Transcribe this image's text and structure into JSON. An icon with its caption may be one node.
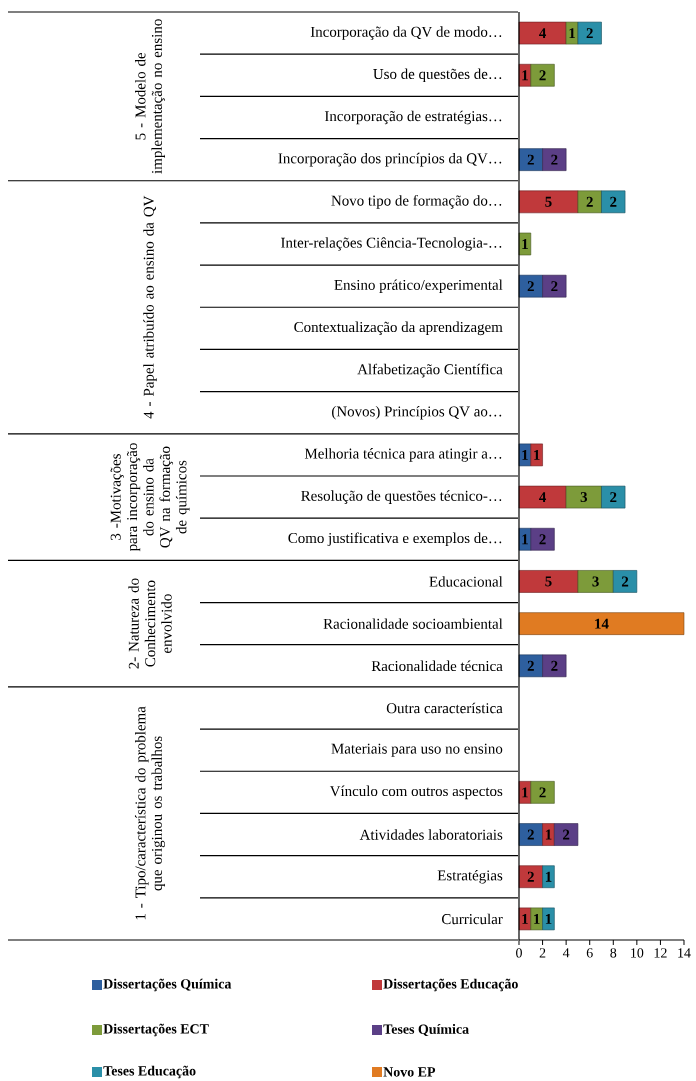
{
  "diagram": {
    "labels": [
      "5 - Modelo de implementação no ensino",
      "4 - Papel atribuído ao ensino da QV",
      "3 -Motivações para incorporação do ensino da QV na formação de químicos",
      "2- Natureza do Conhecimento envolvido",
      "1 - Tipo/característica do problema que originou os trabalhos"
    ],
    "chart_data": {
      "type": "bar",
      "orientation": "horizontal",
      "stacked": true,
      "data_labels": true,
      "legend": "bottom",
      "xlim": [
        0,
        14
      ],
      "xticks": [
        0,
        2,
        4,
        6,
        8,
        10,
        12,
        14
      ],
      "categories": [
        "Incorporação da QV de modo…",
        "Uso de questões de…",
        "Incorporação de estratégias…",
        "Incorporação dos princípios da QV…",
        "Novo tipo de formação do…",
        "Inter-relações Ciência-Tecnologia-…",
        "Ensino prático/experimental",
        "Contextualização da aprendizagem",
        "Alfabetização Científica",
        "(Novos) Princípios QV ao…",
        "Melhoria técnica para atingir a…",
        "Resolução de questões técnico-…",
        "Como justificativa e exemplos de…",
        "Educacional",
        "Racionalidade socioambiental",
        "Racionalidade técnica",
        "Outra característica",
        "Materiais para uso no ensino",
        "Vínculo com outros aspectos",
        "Atividades laboratoriais",
        "Estratégias",
        "Curricular"
      ],
      "series": [
        {
          "name": "Dissertações Química",
          "color": "#2e5f9e",
          "values": [
            null,
            null,
            null,
            2,
            null,
            null,
            2,
            null,
            null,
            null,
            1,
            null,
            1,
            null,
            null,
            2,
            null,
            null,
            null,
            2,
            null,
            null
          ]
        },
        {
          "name": "Dissertações Educação",
          "color": "#c0393b",
          "values": [
            4,
            1,
            null,
            null,
            5,
            null,
            null,
            null,
            null,
            null,
            1,
            4,
            null,
            5,
            null,
            null,
            null,
            null,
            1,
            1,
            2,
            1
          ]
        },
        {
          "name": "Dissertações ECT",
          "color": "#7d9b3a",
          "values": [
            1,
            2,
            null,
            null,
            2,
            1,
            null,
            null,
            null,
            null,
            null,
            3,
            null,
            3,
            null,
            null,
            null,
            null,
            2,
            null,
            null,
            1
          ]
        },
        {
          "name": "Teses Química",
          "color": "#5b3f86",
          "values": [
            null,
            null,
            null,
            2,
            null,
            null,
            2,
            null,
            null,
            null,
            null,
            null,
            2,
            null,
            null,
            2,
            null,
            null,
            null,
            2,
            null,
            null
          ]
        },
        {
          "name": "Teses Educação",
          "color": "#2a8fa8",
          "values": [
            2,
            null,
            null,
            null,
            2,
            null,
            null,
            null,
            null,
            null,
            null,
            2,
            null,
            2,
            null,
            null,
            null,
            null,
            null,
            null,
            1,
            1
          ]
        },
        {
          "name": "Novo EP",
          "color": "#e07b22",
          "values": [
            null,
            null,
            null,
            null,
            null,
            null,
            null,
            null,
            null,
            null,
            null,
            null,
            null,
            null,
            14,
            null,
            null,
            null,
            null,
            null,
            null,
            null
          ]
        }
      ]
    }
  }
}
